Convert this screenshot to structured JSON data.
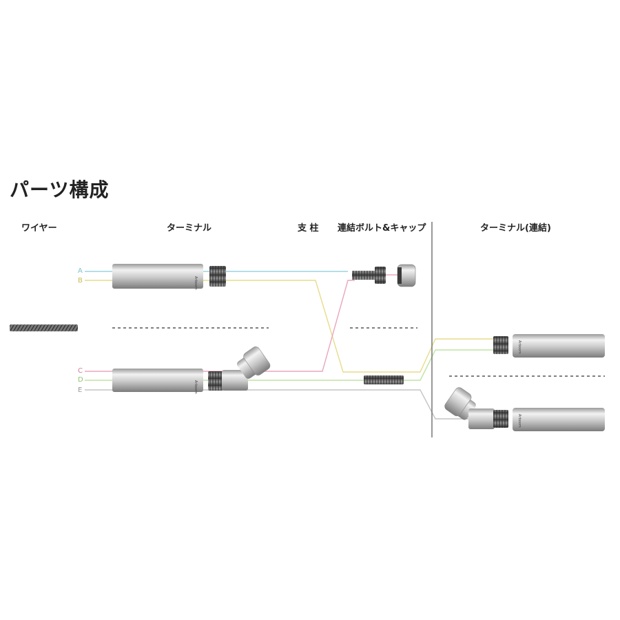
{
  "page_title": "パーツ構成",
  "headers": {
    "wire": "ワイヤー",
    "terminal": "ターミナル",
    "post": "支 柱",
    "bolt_cap": "連結ボルト&キャップ",
    "terminal_connect": "ターミナル(連結)"
  },
  "wire_labels": {
    "a": "A",
    "b": "B",
    "c": "C",
    "d": "D",
    "e": "E"
  },
  "colors": {
    "a": "#9cd3e0",
    "b": "#e7dc8a",
    "c": "#e9a5bd",
    "d": "#bfe3a4",
    "e": "#c4c4c4",
    "metal_light": "#ececec",
    "metal_dark": "#8a8a8a",
    "divider": "#777777"
  },
  "brand_mark": "Arboom",
  "icons": [
    "wire-coil-icon",
    "terminal-icon",
    "swivel-terminal-icon",
    "bolt-icon",
    "cap-icon",
    "set-screw-icon"
  ]
}
